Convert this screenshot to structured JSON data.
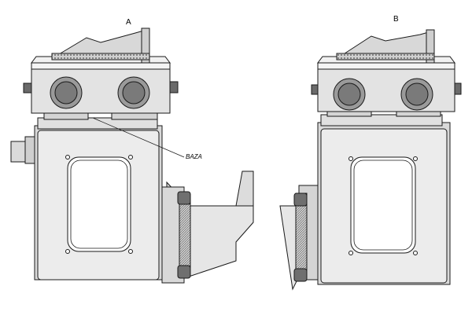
{
  "views": [
    {
      "label": "A"
    },
    {
      "label": "B"
    }
  ],
  "annotation": {
    "text": "BAZA"
  },
  "colors": {
    "background": "#ffffff",
    "steel_light": "#ececec",
    "steel_mid": "#d9d9d9",
    "steel_dark": "#bdbdbd",
    "rubber": "#7a7a7a",
    "outline": "#1a1a1a"
  }
}
